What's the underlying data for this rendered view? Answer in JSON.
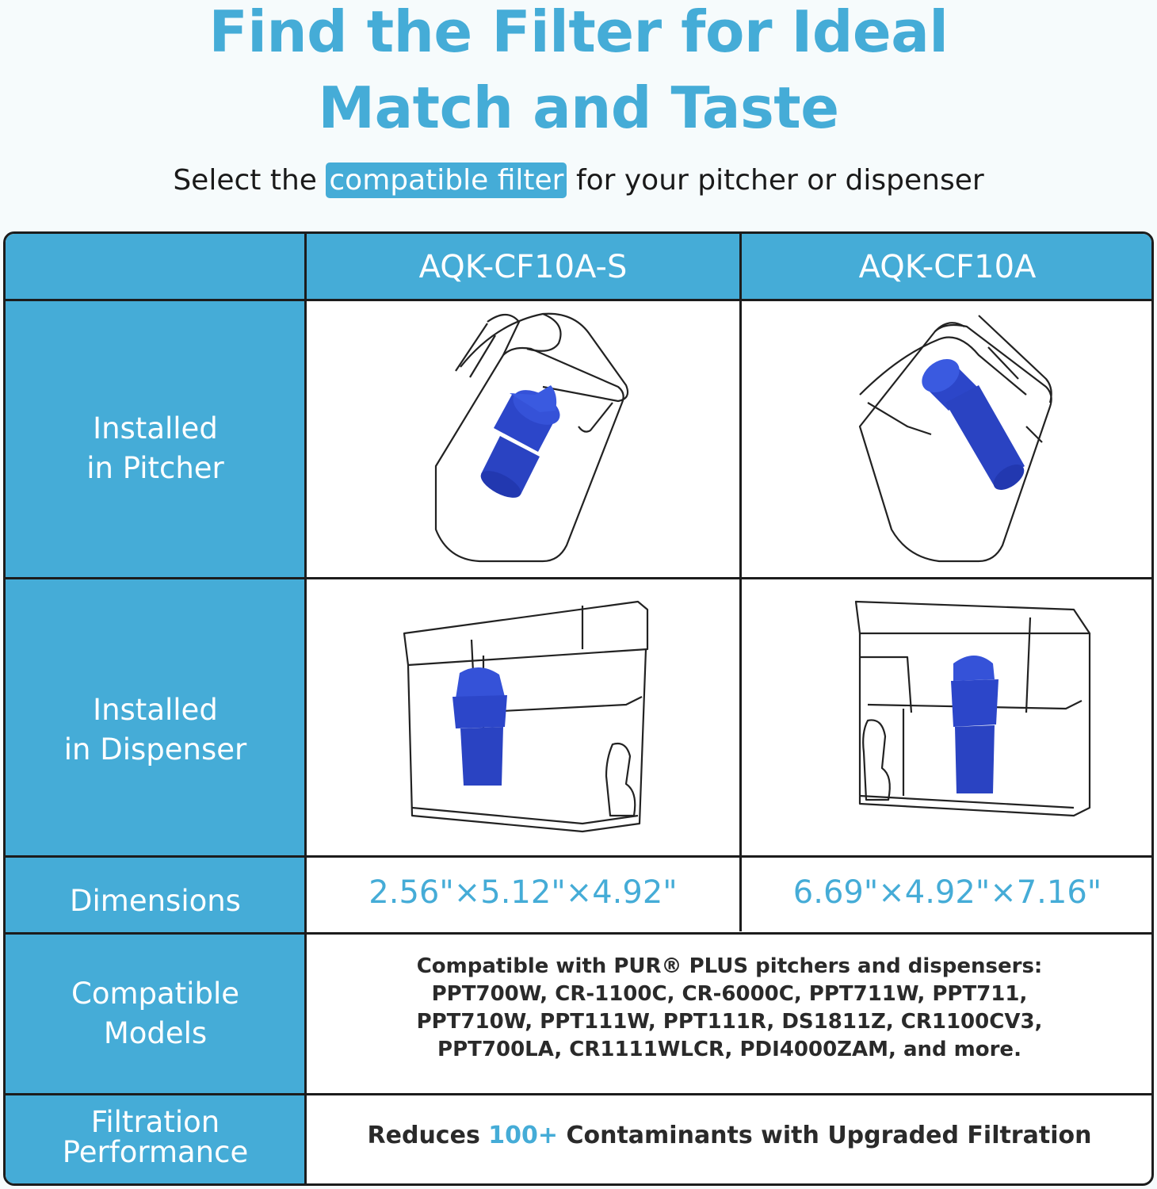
{
  "header": {
    "title_line1": "Find the Filter for Ideal",
    "title_line2": "Match and Taste",
    "subtitle_before": "Select the",
    "subtitle_highlight": "compatible filter",
    "subtitle_after": "for your pitcher or dispenser"
  },
  "columns": {
    "col1": "AQK-CF10A-S",
    "col2": "AQK-CF10A"
  },
  "rows": {
    "pitcher": {
      "label_line1": "Installed",
      "label_line2": "in Pitcher"
    },
    "dispenser": {
      "label_line1": "Installed",
      "label_line2": "in Dispenser"
    },
    "dimensions": {
      "label": "Dimensions",
      "col1": "2.56\"×5.12\"×4.92\"",
      "col2": "6.69\"×4.92\"×7.16\""
    },
    "compatible": {
      "label_line1": "Compatible",
      "label_line2": "Models",
      "lines": [
        "Compatible with PUR® PLUS pitchers and dispensers:",
        "PPT700W, CR-1100C, CR-6000C, PPT711W, PPT711,",
        "PPT710W, PPT111W, PPT111R, DS1811Z, CR1100CV3,",
        "PPT700LA, CR1111WLCR, PDI4000ZAM, and more."
      ]
    },
    "performance": {
      "label_line1": "Filtration",
      "label_line2": "Performance",
      "text_before": "Reduces",
      "text_accent": "100+",
      "text_after": "Contaminants with Upgraded Filtration"
    }
  },
  "colors": {
    "accent": "#45acd7",
    "filter_blue": "#2c46c9",
    "border": "#1c1c1c"
  }
}
